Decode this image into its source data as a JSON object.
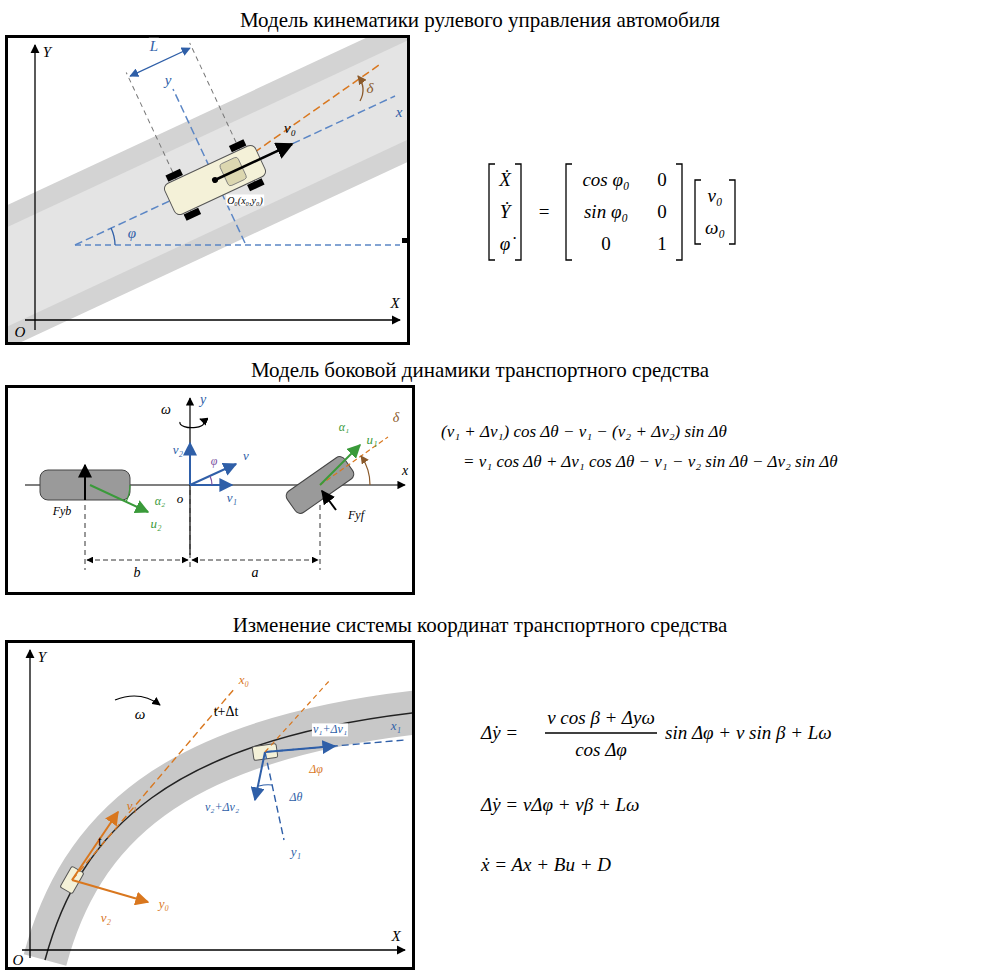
{
  "diagram": {
    "nodes": [
      {
        "text": [
          "Модель кинематики рулевого управления автомобиля"
        ]
      },
      {
        "text": [
          "Модель боковой динамики транспортного средства"
        ]
      },
      {
        "text": [
          "Изменение системы координат транспортного средства"
        ]
      }
    ],
    "labels": [
      "Y",
      "X",
      "O",
      "L",
      "y",
      "x",
      "δ",
      "v₀",
      "O₀(x₀,y₀)",
      "φ",
      "Ẋ",
      "Ẏ",
      "φ̇",
      "=",
      "cos φ₀",
      "0",
      "sin φ₀",
      "0",
      "0",
      "1",
      "v₀",
      "ω₀",
      "ω",
      "y",
      "x",
      "v₂",
      "φ",
      "v",
      "v₁",
      "o",
      "α₂",
      "u₂",
      "Fyb",
      "b",
      "α₁",
      "u₁",
      "δ",
      "Fyf",
      "a",
      "(v₁ + Δv₁) cos Δθ − v₁ − (v₂ + Δv₂) sin Δθ",
      "= v₁ cos Δθ + Δv₁ cos Δθ − v₁ − v₂ sin Δθ − Δv₂ sin Δθ",
      "Y",
      "X",
      "O",
      "ω",
      "t+Δt",
      "t",
      "x₀",
      "v₁",
      "v₂",
      "y₀",
      "x₁",
      "v₁+Δv₁",
      "y₁",
      "v₂+Δv₂",
      "Δθ",
      "Δφ",
      "Δ̇y =",
      "v cos β + Δyω",
      "cos Δφ",
      "sin Δφ + v sin β + Lω",
      "Δ̇y = vΔφ + vβ + Lω",
      "ẋ = Ax + Bu + D"
    ]
  }
}
